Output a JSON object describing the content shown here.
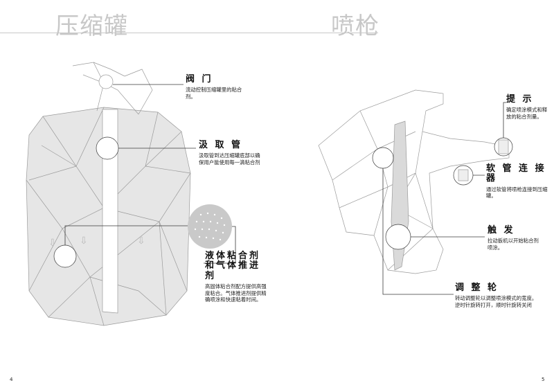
{
  "left_page": {
    "title": "压缩罐",
    "page_number": "4",
    "callouts": [
      {
        "heading": "阀 门",
        "text": "流动控制压缩罐里的粘合剂。"
      },
      {
        "heading": "汲 取 管",
        "text": "汲取管到达压缩罐底部以确保用户能使用每一滴粘合剂"
      },
      {
        "heading": "液体粘合剂和气体推进剂",
        "text": "高固体粘合剂配方提供高强度粘合。气体推进剂提供精确喷涂和快速粘着时间。"
      }
    ]
  },
  "right_page": {
    "title": "喷枪",
    "page_number": "5",
    "callouts": [
      {
        "heading": "提 示",
        "text": "确定喷涂模式和释放的粘合剂量。"
      },
      {
        "heading": "软 管 连 接 器",
        "text": "通过软管将喷枪连接到压缩罐。"
      },
      {
        "heading": "触 发",
        "text": "拉动扳机以开始粘合剂喷涂。"
      },
      {
        "heading": "调 整 轮",
        "text": "转动调整轮以调整喷涂模式的宽度。逆时针旋转打开，顺时针旋转关闭"
      }
    ]
  },
  "colors": {
    "title": "#c8c8c8",
    "line": "#3a3a3a",
    "tank_fill": "#e6e6e6",
    "wire": "#9a9a9a"
  }
}
